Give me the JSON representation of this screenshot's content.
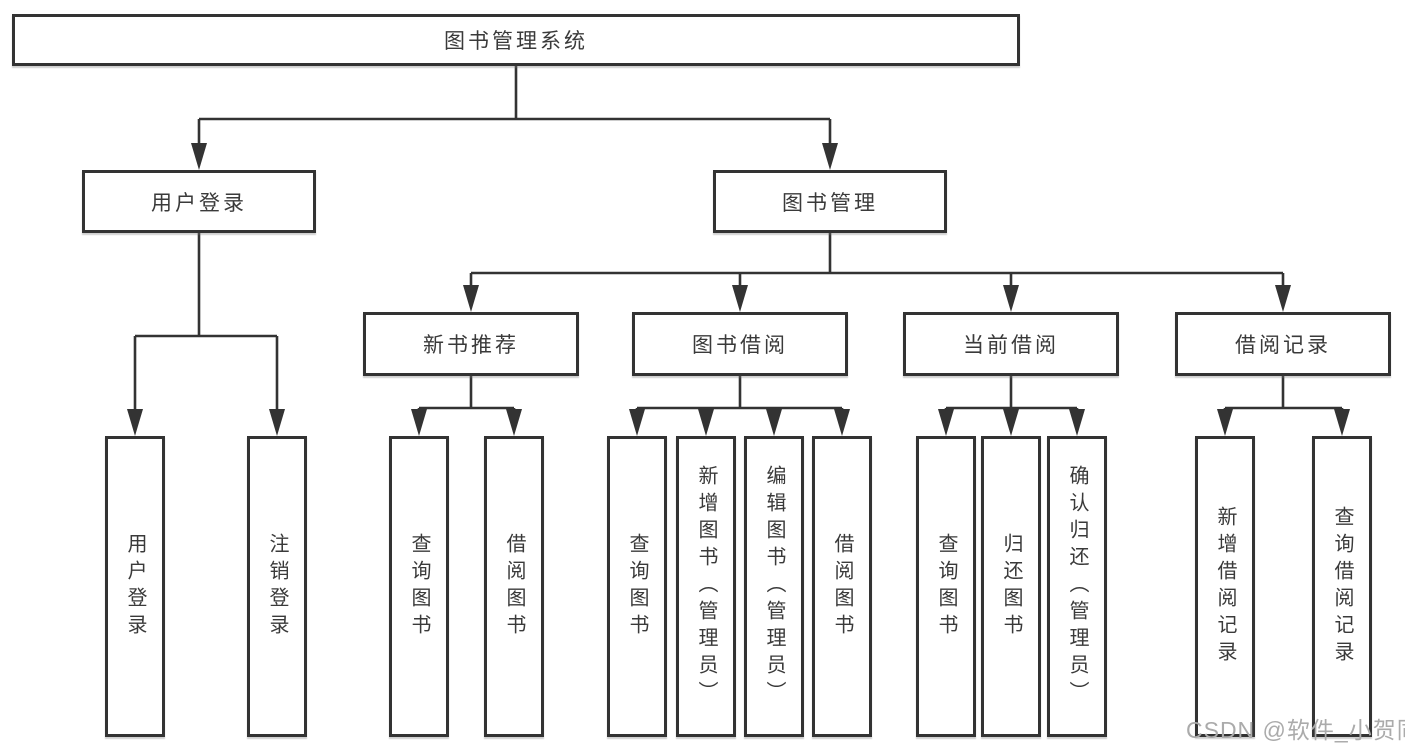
{
  "tree": {
    "root": {
      "label": "图书管理系统"
    },
    "user_login": {
      "label": "用户登录",
      "leaves": [
        {
          "label": "用户登录"
        },
        {
          "label": "注销登录"
        }
      ]
    },
    "book_mgmt": {
      "label": "图书管理",
      "groups": [
        {
          "label": "新书推荐",
          "leaves": [
            {
              "label": "查询图书"
            },
            {
              "label": "借阅图书"
            }
          ]
        },
        {
          "label": "图书借阅",
          "leaves": [
            {
              "label": "查询图书"
            },
            {
              "label": "新增图书（管理员）"
            },
            {
              "label": "编辑图书（管理员）"
            },
            {
              "label": "借阅图书"
            }
          ]
        },
        {
          "label": "当前借阅",
          "leaves": [
            {
              "label": "查询图书"
            },
            {
              "label": "归还图书"
            },
            {
              "label": "确认归还（管理员）"
            }
          ]
        },
        {
          "label": "借阅记录",
          "leaves": [
            {
              "label": "新增借阅记录"
            },
            {
              "label": "查询借阅记录"
            }
          ]
        }
      ]
    }
  },
  "watermark": {
    "text": "CSDN @软件_小贺同学"
  },
  "colors": {
    "line": "#333333",
    "text": "#3a3a3a",
    "watermark": "#ababab",
    "background": "#ffffff"
  }
}
